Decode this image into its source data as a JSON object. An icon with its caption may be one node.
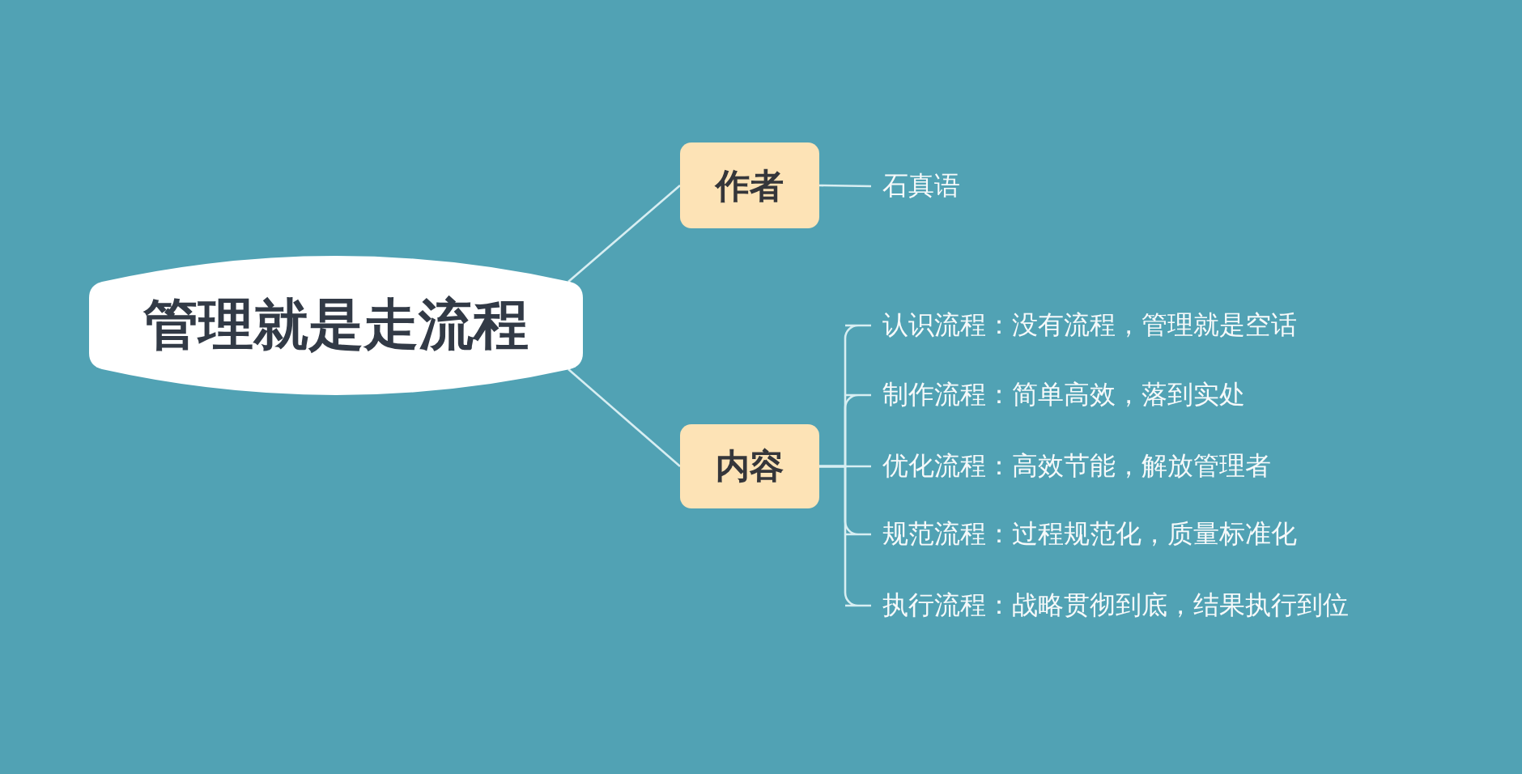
{
  "diagram": {
    "nodes": [
      {
        "text": [
          "管理就是走流程"
        ]
      },
      {
        "text": [
          "作者"
        ]
      },
      {
        "text": [
          "石真语"
        ]
      },
      {
        "text": [
          "内容"
        ]
      },
      {
        "text": [
          "认识流程：没有流程，管理就是空话"
        ]
      },
      {
        "text": [
          "制作流程：简单高效，落到实处"
        ]
      },
      {
        "text": [
          "优化流程：高效节能，解放管理者"
        ]
      },
      {
        "text": [
          "规范流程：过程规范化，质量标准化"
        ]
      },
      {
        "text": [
          "执行流程：战略贯彻到底，结果执行到位"
        ]
      }
    ],
    "edges": [
      {
        "from": 0,
        "to": 1,
        "arrow": "none"
      },
      {
        "from": 1,
        "to": 2,
        "arrow": "none"
      },
      {
        "from": 0,
        "to": 3,
        "arrow": "none"
      },
      {
        "from": 3,
        "to": 4,
        "arrow": "none"
      },
      {
        "from": 3,
        "to": 5,
        "arrow": "none"
      },
      {
        "from": 3,
        "to": 6,
        "arrow": "none"
      },
      {
        "from": 3,
        "to": 7,
        "arrow": "none"
      },
      {
        "from": 3,
        "to": 8,
        "arrow": "none"
      }
    ]
  }
}
